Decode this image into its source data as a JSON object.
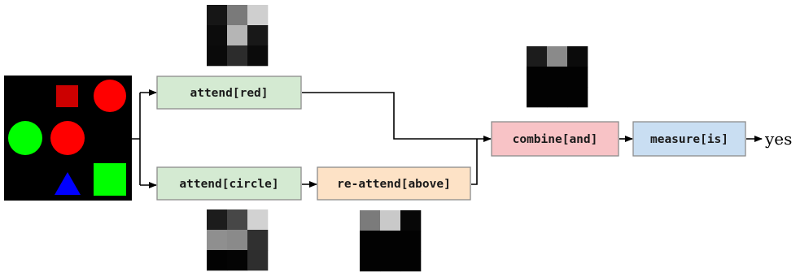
{
  "input_scene": {
    "background": "#000000",
    "objects": [
      {
        "shape": "square",
        "color": "#cc0000",
        "size": "small"
      },
      {
        "shape": "circle",
        "color": "#ff0000",
        "size": "large"
      },
      {
        "shape": "circle",
        "color": "#00ff00",
        "size": "large"
      },
      {
        "shape": "circle",
        "color": "#ff0000",
        "size": "large"
      },
      {
        "shape": "triangle",
        "color": "#0000ff",
        "size": "small"
      },
      {
        "shape": "square",
        "color": "#00ff00",
        "size": "large"
      }
    ]
  },
  "modules": {
    "attend_red": {
      "label": "attend[red]",
      "color": "#d4ead2"
    },
    "attend_circle": {
      "label": "attend[circle]",
      "color": "#d4ead2"
    },
    "re_attend_above": {
      "label": "re-attend[above]",
      "color": "#fde2c6"
    },
    "combine_and": {
      "label": "combine[and]",
      "color": "#f8c3c6"
    },
    "measure_is": {
      "label": "measure[is]",
      "color": "#c9def2"
    }
  },
  "output": {
    "label": "yes"
  },
  "attention_maps": {
    "attend_red": [
      [
        "#161616",
        "#7a7a7a",
        "#cfcfcf"
      ],
      [
        "#0c0c0c",
        "#b5b5b5",
        "#181818"
      ],
      [
        "#0a0a0a",
        "#2c2c2c",
        "#0b0b0b"
      ]
    ],
    "attend_circle": [
      [
        "#1c1c1c",
        "#474747",
        "#d2d2d2"
      ],
      [
        "#8f8f8f",
        "#8a8a8a",
        "#303030"
      ],
      [
        "#020202",
        "#040404",
        "#2e2e2e"
      ]
    ],
    "re_attend_above": [
      [
        "#7b7b7b",
        "#c9c9c9",
        "#070707"
      ],
      [
        "#020202",
        "#020202",
        "#020202"
      ],
      [
        "#020202",
        "#020202",
        "#020202"
      ]
    ],
    "combine_and": [
      [
        "#1c1c1c",
        "#8a8a8a",
        "#0b0b0b"
      ],
      [
        "#020202",
        "#020202",
        "#020202"
      ],
      [
        "#020202",
        "#020202",
        "#020202"
      ]
    ]
  }
}
